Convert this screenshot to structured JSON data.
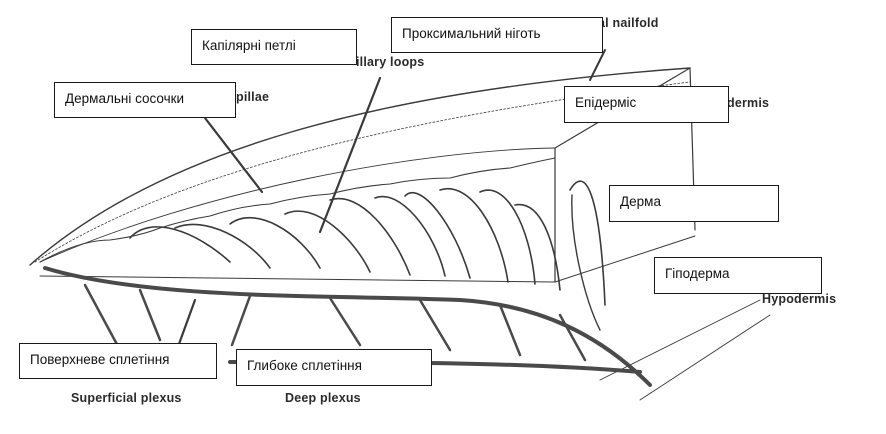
{
  "labels": {
    "capillary_loops": "Капілярні петлі",
    "proximal_nailfold": "Проксимальний ніготь",
    "dermal_papillae": "Дермальні сосочки",
    "epidermis": "Епідерміс",
    "dermis": "Дерма",
    "hypodermis": "Гіподерма",
    "superficial_plexus": "Поверхневе сплетіння",
    "deep_plexus": "Глибоке сплетіння"
  },
  "original_text": {
    "nailfold": "al nailfold",
    "capillary_loops": "illary loops",
    "papillae": "pillae",
    "epidermis": "dermis",
    "hypodermis": "Hypodermis",
    "superficial_plexus": "Superficial plexus",
    "deep_plexus": "Deep plexus"
  },
  "colors": {
    "line": "#3a3a3a",
    "vessel": "#4a4a4a",
    "background": "#ffffff"
  }
}
